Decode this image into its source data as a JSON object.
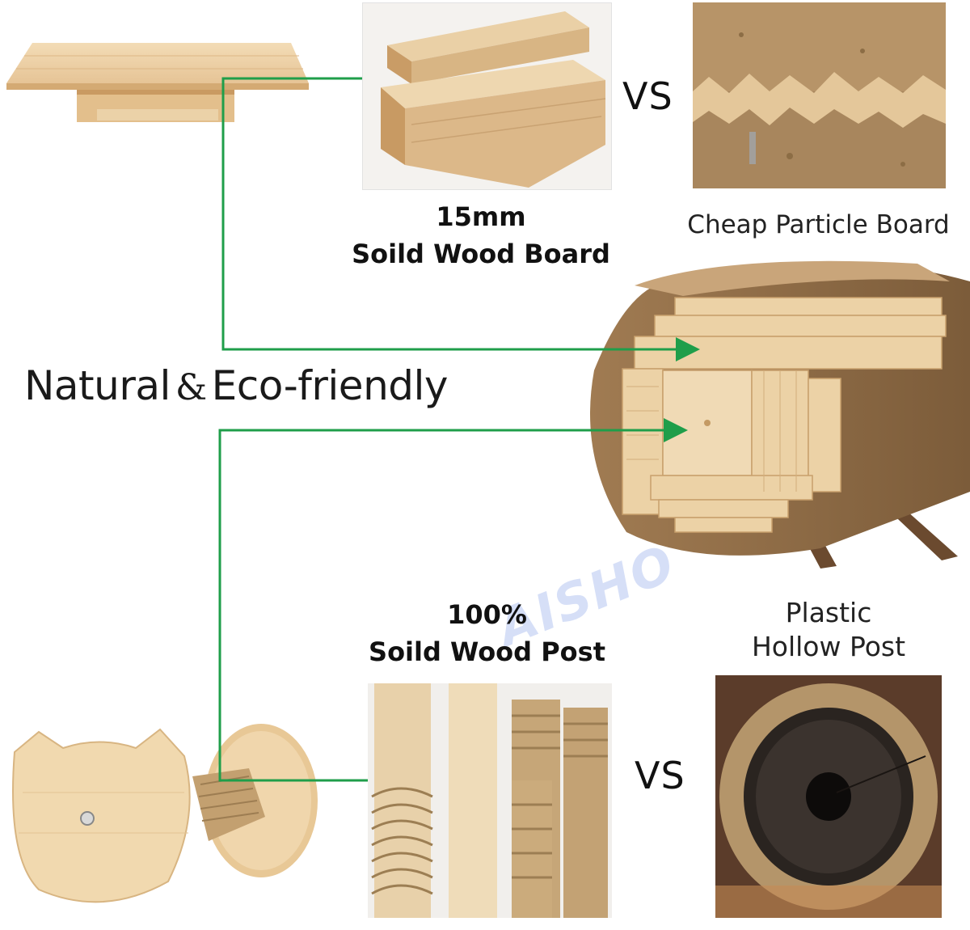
{
  "top_board": {
    "vs": "VS",
    "solid_label_line1": "15mm",
    "solid_label_line2": "Soild Wood Board",
    "cheap_label": "Cheap Particle Board"
  },
  "headline": {
    "part1": "Natural",
    "amp": "&",
    "part2": "Eco-friendly"
  },
  "bottom_post": {
    "solid_label_line1": "100%",
    "solid_label_line2": "Soild Wood Post",
    "vs": "VS",
    "plastic_label_line1": "Plastic",
    "plastic_label_line2": "Hollow Post"
  },
  "colors": {
    "connector": "#1f9e4a",
    "wood_light": "#e9c99a",
    "wood_mid": "#d4aa73",
    "bark": "#8b6a45",
    "sisal": "#b89a6b"
  }
}
